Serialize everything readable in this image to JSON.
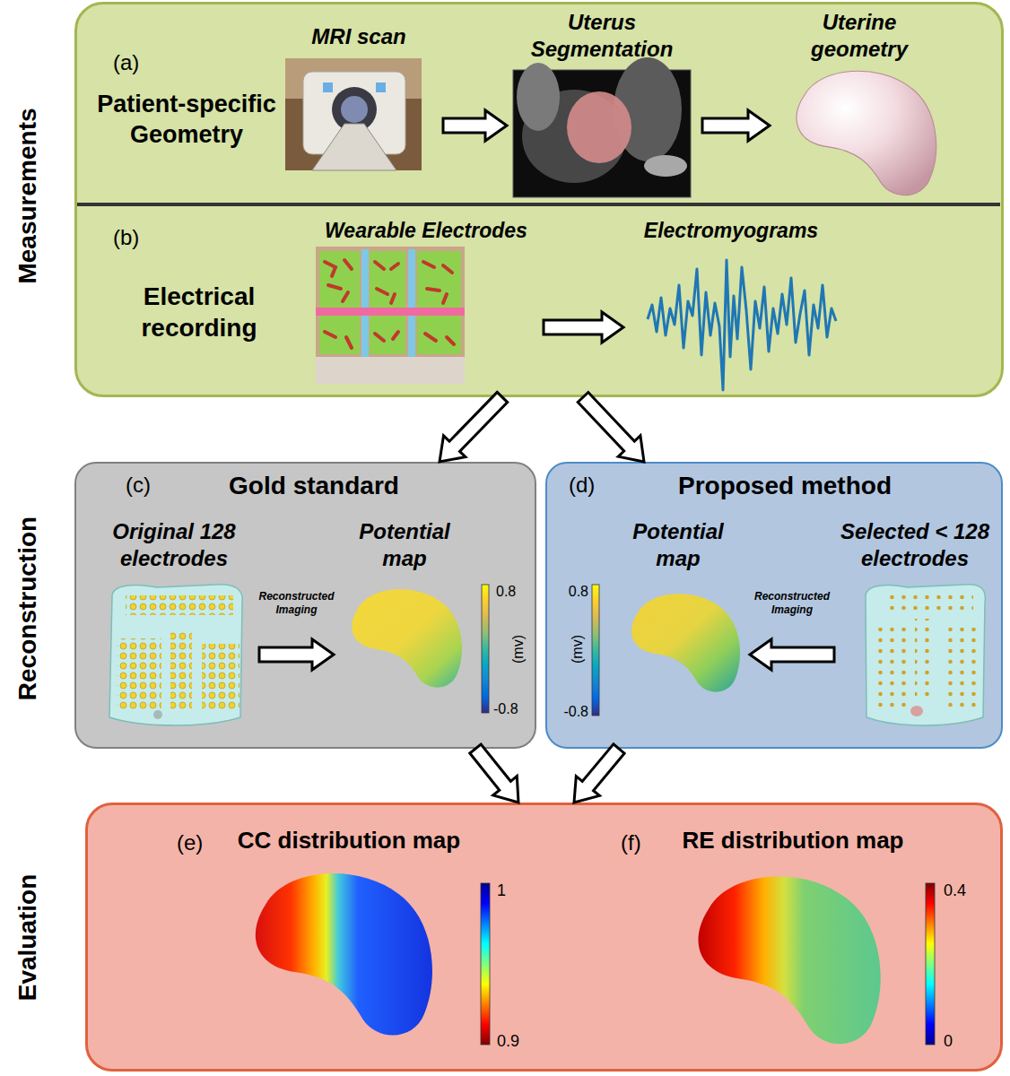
{
  "diagram": {
    "nodes": [
      {
        "text": [
          "Measurements"
        ]
      },
      {
        "text": [
          "(a)",
          "Patient-specific Geometry"
        ],
        "in": 0
      },
      {
        "text": [
          "MRI scan"
        ],
        "in": 1
      },
      {
        "text": [
          "Uterus Segmentation"
        ],
        "in": 1
      },
      {
        "text": [
          "Uterine geometry"
        ],
        "in": 1
      },
      {
        "text": [
          "(b)",
          "Electrical recording"
        ],
        "in": 0
      },
      {
        "text": [
          "Wearable Electrodes"
        ],
        "in": 5
      },
      {
        "text": [
          "Electromyograms"
        ],
        "in": 5
      },
      {
        "text": [
          "(c)",
          "Gold standard"
        ]
      },
      {
        "text": [
          "Original 128 electrodes"
        ],
        "in": 8
      },
      {
        "text": [
          "Potential map"
        ],
        "in": 8
      },
      {
        "text": [
          "(d)",
          "Proposed method"
        ]
      },
      {
        "text": [
          "Potential map"
        ],
        "in": 11
      },
      {
        "text": [
          "Selected < 128 electrodes"
        ],
        "in": 11
      },
      {
        "text": [
          "Evaluation"
        ]
      },
      {
        "text": [
          "(e)",
          "CC distribution map"
        ],
        "in": 14
      },
      {
        "text": [
          "(f)",
          "RE distribution map"
        ],
        "in": 14
      }
    ],
    "edges": [
      {
        "from": 2,
        "to": 3,
        "arrow": "to"
      },
      {
        "from": 3,
        "to": 4,
        "arrow": "to"
      },
      {
        "from": 6,
        "to": 7,
        "arrow": "to"
      },
      {
        "from": 0,
        "to": 8,
        "arrow": "to"
      },
      {
        "from": 0,
        "to": 11,
        "arrow": "to"
      },
      {
        "from": 9,
        "to": 10,
        "label": "Reconstructed Imaging",
        "arrow": "to"
      },
      {
        "from": 13,
        "to": 12,
        "label": "Reconstructed Imaging",
        "arrow": "to"
      },
      {
        "from": 8,
        "to": 14,
        "arrow": "to"
      },
      {
        "from": 11,
        "to": 14,
        "arrow": "to"
      }
    ],
    "labels": [
      "Reconstruction",
      "0.8",
      "(mv)",
      "-0.8",
      "0.8",
      "(mv)",
      "-0.8",
      "1",
      "0.9",
      "0.4",
      "0"
    ]
  }
}
